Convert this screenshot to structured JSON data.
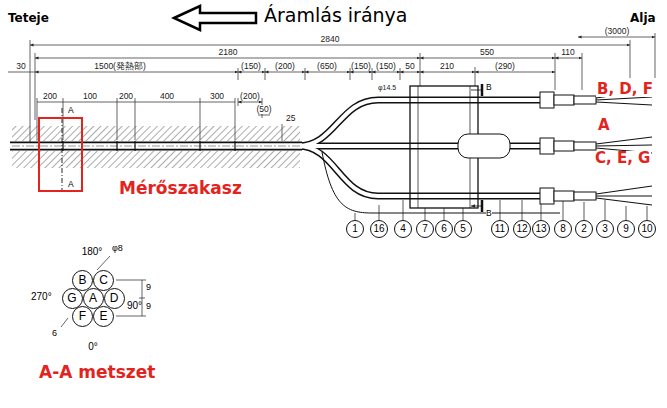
{
  "diagram": {
    "nodes": [
      {
        "text": [
          "Mérőszakasz"
        ]
      },
      {
        "text": [
          "1"
        ]
      },
      {
        "text": [
          "16"
        ]
      },
      {
        "text": [
          "4"
        ]
      },
      {
        "text": [
          "7"
        ]
      },
      {
        "text": [
          "6"
        ]
      },
      {
        "text": [
          "5"
        ]
      },
      {
        "text": [
          "11"
        ]
      },
      {
        "text": [
          "12"
        ]
      },
      {
        "text": [
          "13"
        ]
      },
      {
        "text": [
          "8"
        ]
      },
      {
        "text": [
          "2"
        ]
      },
      {
        "text": [
          "3"
        ]
      },
      {
        "text": [
          "9"
        ]
      },
      {
        "text": [
          "10"
        ]
      },
      {
        "text": [
          "B"
        ]
      },
      {
        "text": [
          "C"
        ]
      },
      {
        "text": [
          "G"
        ]
      },
      {
        "text": [
          "A"
        ]
      },
      {
        "text": [
          "D"
        ]
      },
      {
        "text": [
          "F"
        ]
      },
      {
        "text": [
          "E"
        ]
      }
    ],
    "labels": [
      "Teteje",
      "Áramlás iránya",
      "Alja",
      "(3000)",
      "2840",
      "2180",
      "550",
      "110",
      "30",
      "1500(発熱部)",
      "(150)",
      "(200)",
      "(650)",
      "(150)",
      "(150)",
      "50",
      "210",
      "(290)",
      "(200)",
      "(50)",
      "25",
      "200",
      "100",
      "200",
      "400",
      "300",
      "A",
      "A",
      "B",
      "B",
      "φ14.5",
      "B, D, F",
      "A",
      "C, E, G",
      "A-A metszet",
      "180°",
      "270°",
      "90°",
      "0°",
      "φ8",
      "9",
      "9",
      "6"
    ]
  }
}
